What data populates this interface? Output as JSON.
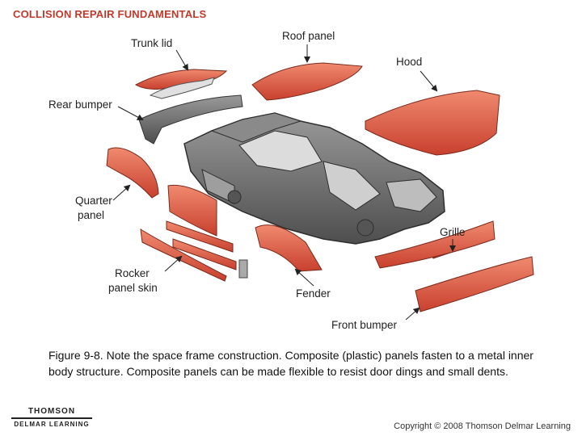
{
  "header": {
    "title": "COLLISION REPAIR FUNDAMENTALS"
  },
  "labels": {
    "trunk_lid": "Trunk lid",
    "roof_panel": "Roof panel",
    "hood": "Hood",
    "rear_bumper": "Rear bumper",
    "quarter_panel_line1": "Quarter",
    "quarter_panel_line2": "panel",
    "rocker_line1": "Rocker",
    "rocker_line2": "panel skin",
    "fender": "Fender",
    "grille": "Grille",
    "front_bumper": "Front bumper"
  },
  "caption": "Figure 9-8.  Note the space frame construction.  Composite (plastic) panels fasten to a metal inner body structure.  Composite panels can be made flexible to resist door dings and small dents.",
  "publisher": {
    "name_top": "THOMSON",
    "name_bottom": "DELMAR LEARNING"
  },
  "copyright": "Copyright © 2008 Thomson Delmar Learning",
  "colors": {
    "panel": "#e8644a",
    "panel_dark": "#c8402e",
    "frame": "#6b6b6b",
    "header": "#c0392b"
  }
}
